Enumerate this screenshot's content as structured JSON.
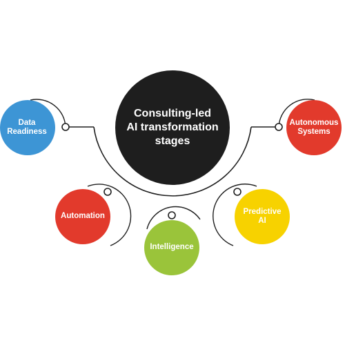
{
  "center": {
    "title": "Consulting-led\nAI transformation\nstages",
    "color": "#1e1e1e"
  },
  "stages": [
    {
      "label": "Data\nReadiness",
      "color": "#3d95d5"
    },
    {
      "label": "Automation",
      "color": "#e23a2c"
    },
    {
      "label": "Intelligence",
      "color": "#9ac43a"
    },
    {
      "label": "Predictive\nAI",
      "color": "#f7d200"
    },
    {
      "label": "Autonomous\nSystems",
      "color": "#e23a2c"
    }
  ],
  "colors": {
    "line": "#1e1e1e",
    "connector_fill": "#ffffff"
  }
}
